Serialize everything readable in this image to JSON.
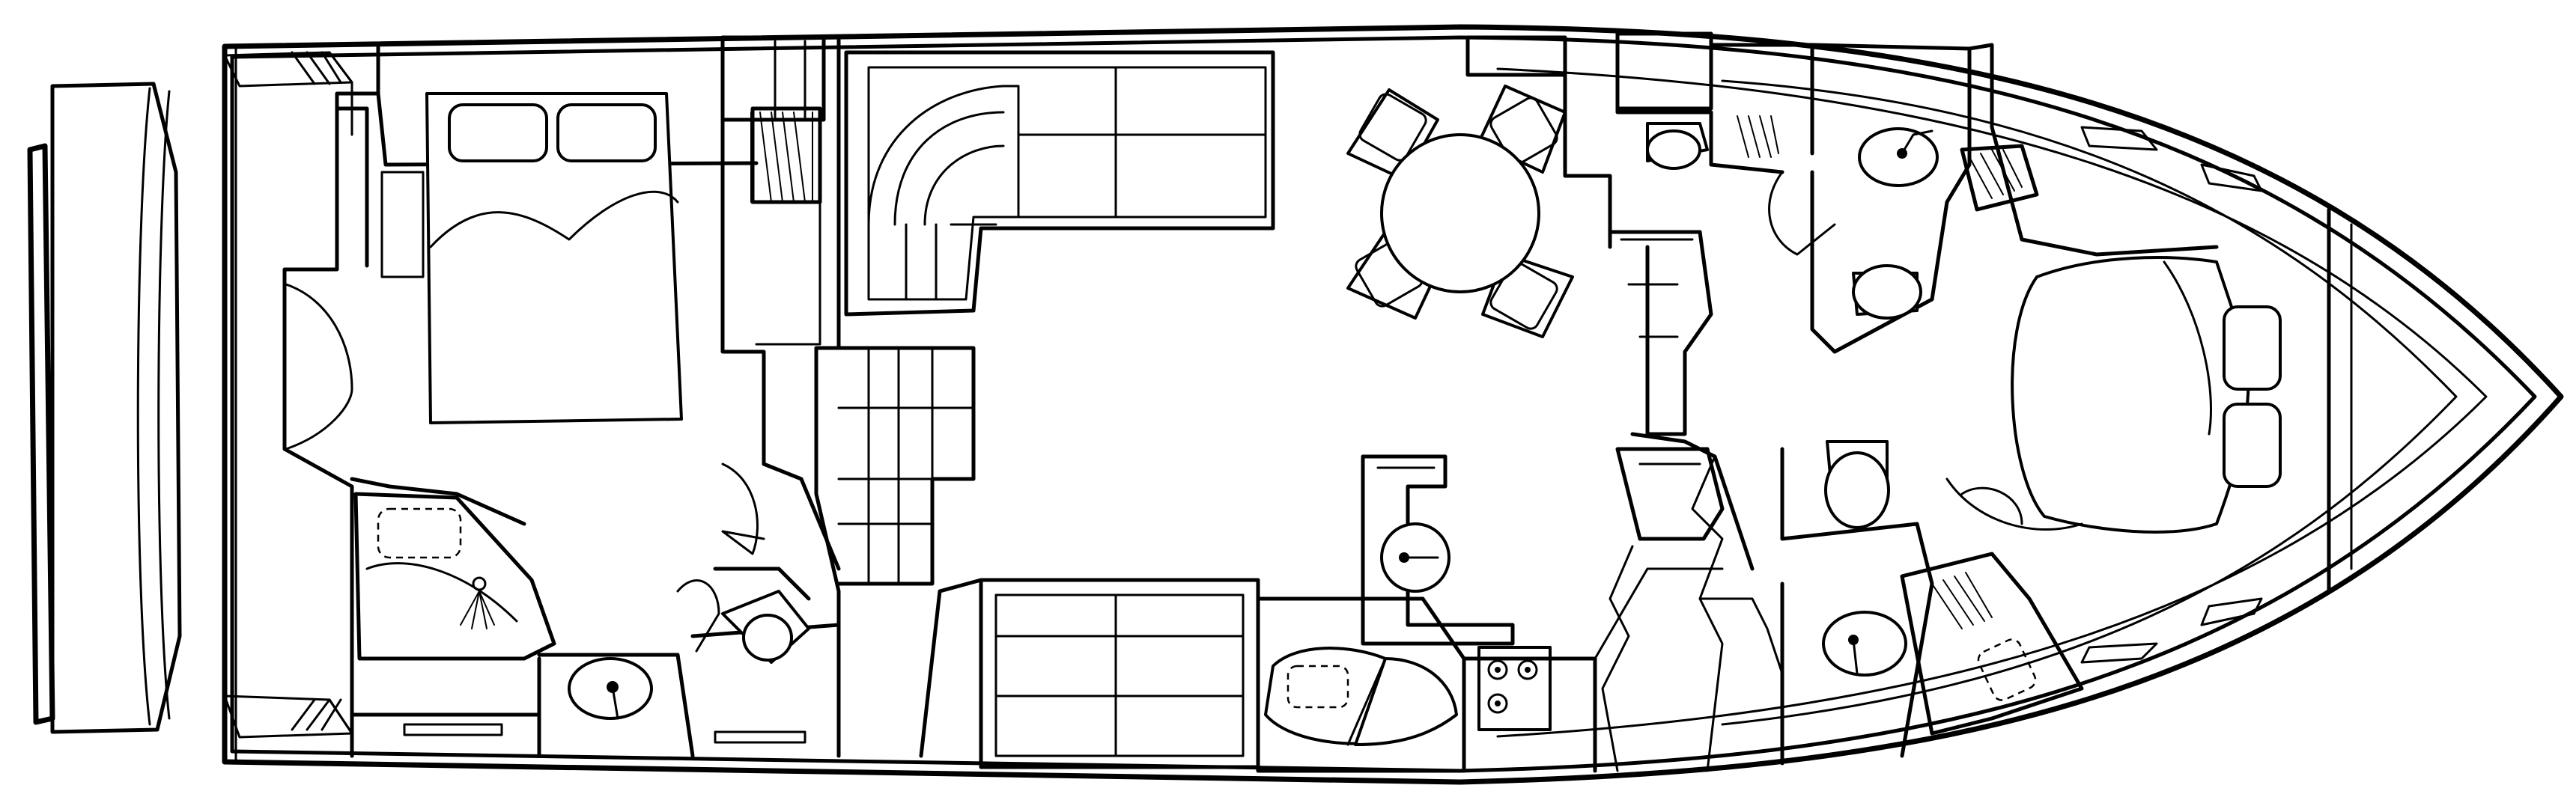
{
  "diagram": {
    "kind": "yacht deck floor plan",
    "style": "black line art on white",
    "colors": {
      "background": "#ffffff",
      "line": "#000000"
    },
    "areas": [
      "swim-platform",
      "master-stateroom",
      "master-head",
      "day-head",
      "salon",
      "dinette",
      "galley",
      "helm",
      "guest-stateroom",
      "guest-head",
      "vip-head",
      "forward-stateroom"
    ],
    "text_labels": []
  }
}
